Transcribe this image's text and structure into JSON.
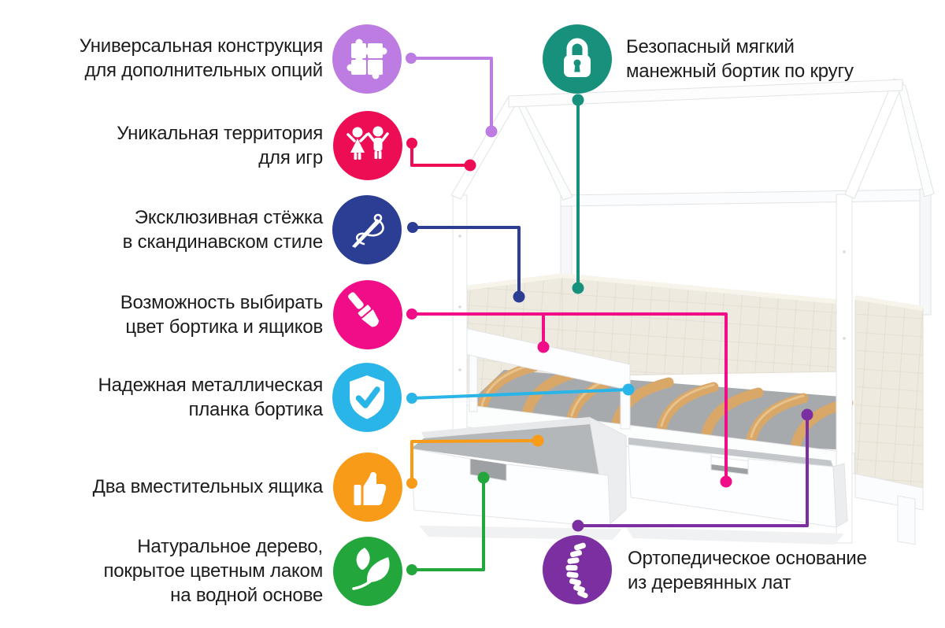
{
  "features": [
    {
      "id": "universal-construction",
      "icon": "puzzle-icon",
      "color": "#bd7ce1",
      "lines": [
        "Универсальная конструкция",
        "для дополнительных опций"
      ]
    },
    {
      "id": "unique-territory",
      "icon": "kids-icon",
      "color": "#ed0d54",
      "lines": [
        "Уникальная территория",
        "для игр"
      ]
    },
    {
      "id": "exclusive-stitching",
      "icon": "needle-icon",
      "color": "#2c3d94",
      "lines": [
        "Эксклюзивная стёжка",
        "в скандинавском стиле"
      ]
    },
    {
      "id": "color-choice",
      "icon": "paintbrush-icon",
      "color": "#f00d87",
      "lines": [
        "Возможность выбирать",
        "цвет бортика и ящиков"
      ]
    },
    {
      "id": "metal-plank",
      "icon": "shield-check-icon",
      "color": "#2ab5e8",
      "lines": [
        "Надежная металлическая",
        "планка бортика"
      ]
    },
    {
      "id": "two-drawers",
      "icon": "thumbs-up-icon",
      "color": "#f89b18",
      "lines": [
        "Два вместительных ящика"
      ]
    },
    {
      "id": "natural-wood",
      "icon": "leaf-icon",
      "color": "#23a73c",
      "lines": [
        "Натуральное дерево,",
        "покрытое цветным лаком",
        "на водной основе"
      ]
    },
    {
      "id": "safe-bumper",
      "icon": "lock-icon",
      "color": "#17917c",
      "lines": [
        "Безопасный мягкий",
        "манежный бортик по кругу"
      ]
    },
    {
      "id": "orthopedic-base",
      "icon": "spine-icon",
      "color": "#7c2fa0",
      "lines": [
        "Ортопедическое основание",
        "из деревянных лат"
      ]
    }
  ],
  "illustration": {
    "subject": "house-frame kids bed with soft bumper, guard rail, wooden slats and two drawers",
    "frame_color": "#ffffff",
    "frame_edge_color": "#dfe2e4",
    "bumper_color": "#eeeae0",
    "platform_color": "#a6aaad",
    "slat_color": "#d9a869",
    "text_color": "#1c1c1e"
  }
}
